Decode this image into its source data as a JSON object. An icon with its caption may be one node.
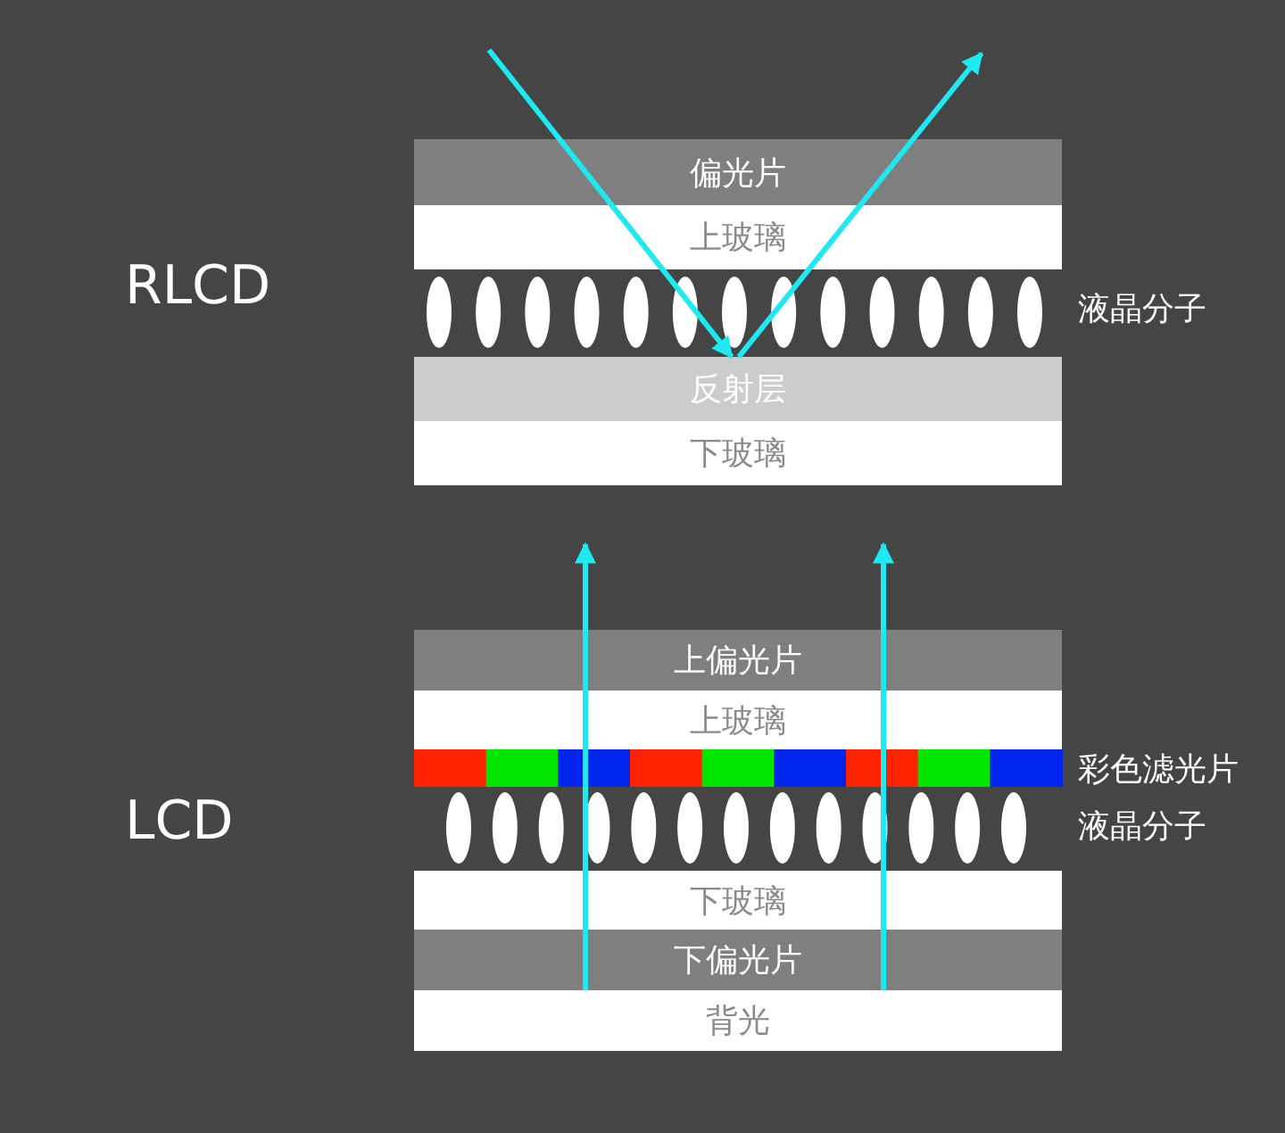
{
  "diagram": {
    "nodes": [
      {
        "text": [
          "偏光片"
        ]
      },
      {
        "text": [
          "上玻璃"
        ]
      },
      {
        "text": [
          "反射层"
        ]
      },
      {
        "text": [
          "下玻璃"
        ]
      },
      {
        "text": [
          "上偏光片"
        ]
      },
      {
        "text": [
          "上玻璃"
        ]
      },
      {
        "text": [
          "下玻璃"
        ]
      },
      {
        "text": [
          "下偏光片"
        ]
      },
      {
        "text": [
          "背光"
        ]
      }
    ],
    "edges": [
      {
        "from": null,
        "to": 2,
        "arrow": "to"
      },
      {
        "from": 2,
        "to": null,
        "arrow": "to"
      },
      {
        "from": 8,
        "to": null,
        "arrow": "to"
      },
      {
        "from": 8,
        "to": null,
        "arrow": "to"
      }
    ],
    "labels": [
      "RLCD",
      "液晶分子",
      "彩色滤光片",
      "LCD",
      "液晶分子"
    ]
  }
}
